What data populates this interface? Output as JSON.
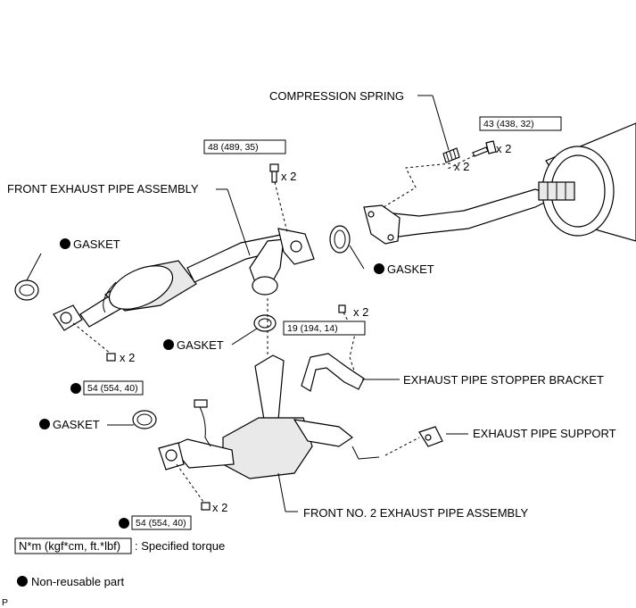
{
  "labels": {
    "compression_spring": "COMPRESSION SPRING",
    "front_exhaust_pipe_assembly": "FRONT EXHAUST PIPE ASSEMBLY",
    "gasket": "GASKET",
    "exhaust_pipe_stopper_bracket": "EXHAUST PIPE STOPPER BRACKET",
    "exhaust_pipe_support": "EXHAUST PIPE SUPPORT",
    "front_no2_exhaust_pipe_assembly": "FRONT NO. 2 EXHAUST PIPE ASSEMBLY"
  },
  "torques": {
    "t43": "43 (438, 32)",
    "t48": "48 (489, 35)",
    "t19": "19 (194, 14)",
    "t54": "54 (554, 40)"
  },
  "quantity": "x 2",
  "legend": {
    "torque_unit": "N*m (kgf*cm, ft.*lbf)",
    "torque_desc": ": Specified torque",
    "non_reusable": "Non-reusable part"
  },
  "corner_mark": "P"
}
